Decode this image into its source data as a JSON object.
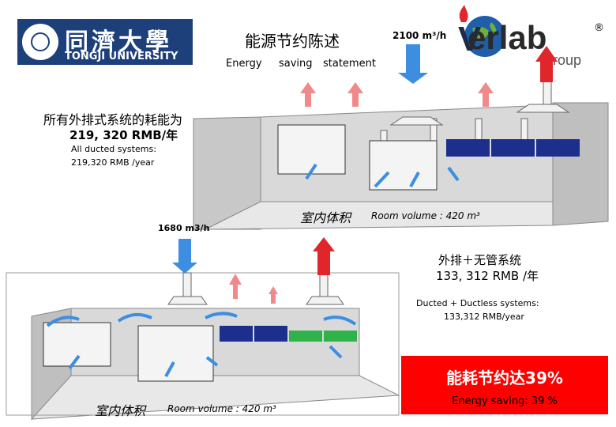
{
  "header": {
    "logo_left_cn": "同濟大學",
    "logo_left_en": "TONGJI UNIVERSITY",
    "title_cn": "能源节约陈述",
    "title_en_1": "Energy",
    "title_en_2": "saving",
    "title_en_3": "statement",
    "flow_top": "2100 m³/h",
    "logo_right": "erlab",
    "logo_right_sub": "group",
    "registered": "®"
  },
  "top_room": {
    "cost_cn": "所有外排式系统的耗能为",
    "cost_value": "219, 320 RMB/年",
    "cost_en_1": "All ducted systems:",
    "cost_en_2": "219,320 RMB /year",
    "volume_cn": "室内体积",
    "volume_en": "Room volume : 420 m³"
  },
  "bottom_room": {
    "flow": "1680 m3/h",
    "cost_cn": "外排＋无管系统",
    "cost_value": "133, 312 RMB /年",
    "cost_en_1": "Ducted + Ductless systems:",
    "cost_en_2": "133,312 RMB/year",
    "volume_cn": "室内体积",
    "volume_en": "Room volume : 420 m³"
  },
  "savings": {
    "cn": "能耗节约达39%",
    "en": "Energy saving: 39 %",
    "box_color": "#ff0000"
  },
  "colors": {
    "accent_blue": "#3d8ee0",
    "accent_red": "#e0262a",
    "cabinet_blue": "#1c2f8c",
    "hood_green": "#2fb24a",
    "pink_arrow": "#f08a8a"
  }
}
